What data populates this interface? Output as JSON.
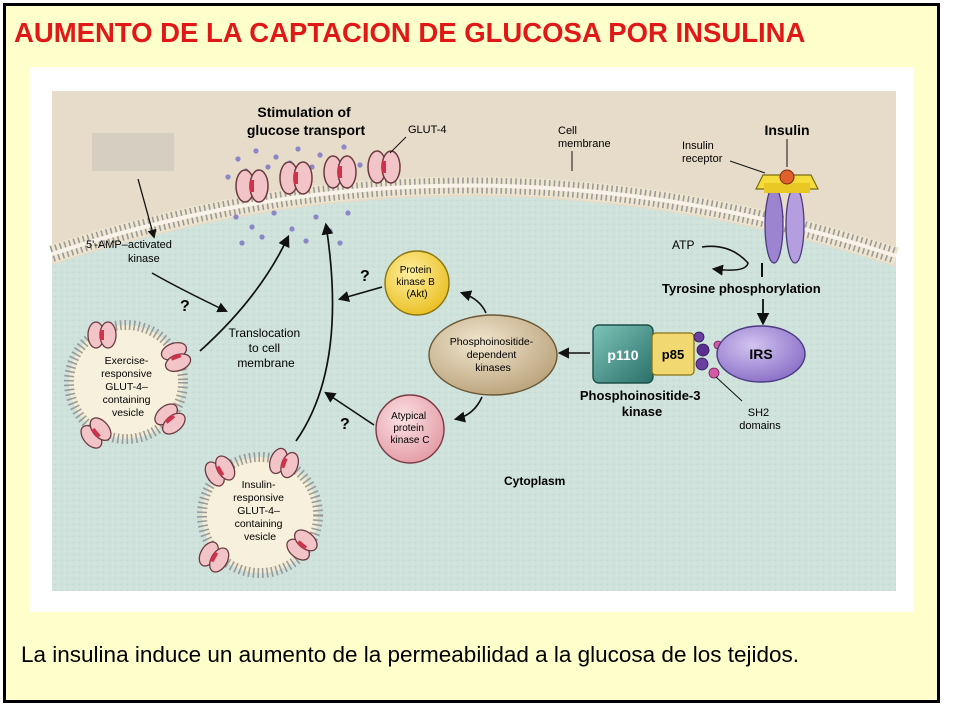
{
  "slide": {
    "title": "AUMENTO DE LA CAPTACION DE GLUCOSA POR INSULINA",
    "caption": "La insulina induce un aumento de la permeabilidad a la glucosa de los tejidos."
  },
  "diagram": {
    "stimulation_label": [
      "Stimulation of",
      "glucose transport"
    ],
    "glut4_label": "GLUT-4",
    "cell_membrane_label": [
      "Cell",
      "membrane"
    ],
    "insulin_label": "Insulin",
    "insulin_receptor_label": [
      "Insulin",
      "receptor"
    ],
    "ampk_label": [
      "5'-AMP–activated",
      "kinase"
    ],
    "atp_label": "ATP",
    "tyrosine_label": "Tyrosine phosphorylation",
    "pkb_label": [
      "Protein",
      "kinase B",
      "(Akt)"
    ],
    "pdk_label": [
      "Phosphoinositide-",
      "dependent",
      "kinases"
    ],
    "apkc_label": [
      "Atypical",
      "protein",
      "kinase C"
    ],
    "p110_label": "p110",
    "p85_label": "p85",
    "irs_label": "IRS",
    "pi3k_label": [
      "Phosphoinositide-3",
      "kinase"
    ],
    "sh2_label": [
      "SH2",
      "domains"
    ],
    "translocation_label": [
      "Translocation",
      "to cell",
      "membrane"
    ],
    "exercise_vesicle_label": [
      "Exercise-",
      "responsive",
      "GLUT-4–",
      "containing",
      "vesicle"
    ],
    "insulin_vesicle_label": [
      "Insulin-",
      "responsive",
      "GLUT-4–",
      "containing",
      "vesicle"
    ],
    "cytoplasm_label": "Cytoplasm",
    "question_mark": "?"
  },
  "colors": {
    "title_red": "#e01818",
    "slide_background": "#ffffcc",
    "extracellular": "#e6dcc9",
    "cytoplasm": "#cfe3dc",
    "glut4_pink": "#f2c4c8",
    "pkb_yellow": "#f6d84e",
    "apkc_pink": "#f2c6cc",
    "pdk_tan": "#d8c6a6",
    "p110_teal": "#3f8f86",
    "p85_yellow": "#f1d870",
    "irs_purple": "#a58ed6",
    "receptor_purple": "#9c84d0"
  }
}
